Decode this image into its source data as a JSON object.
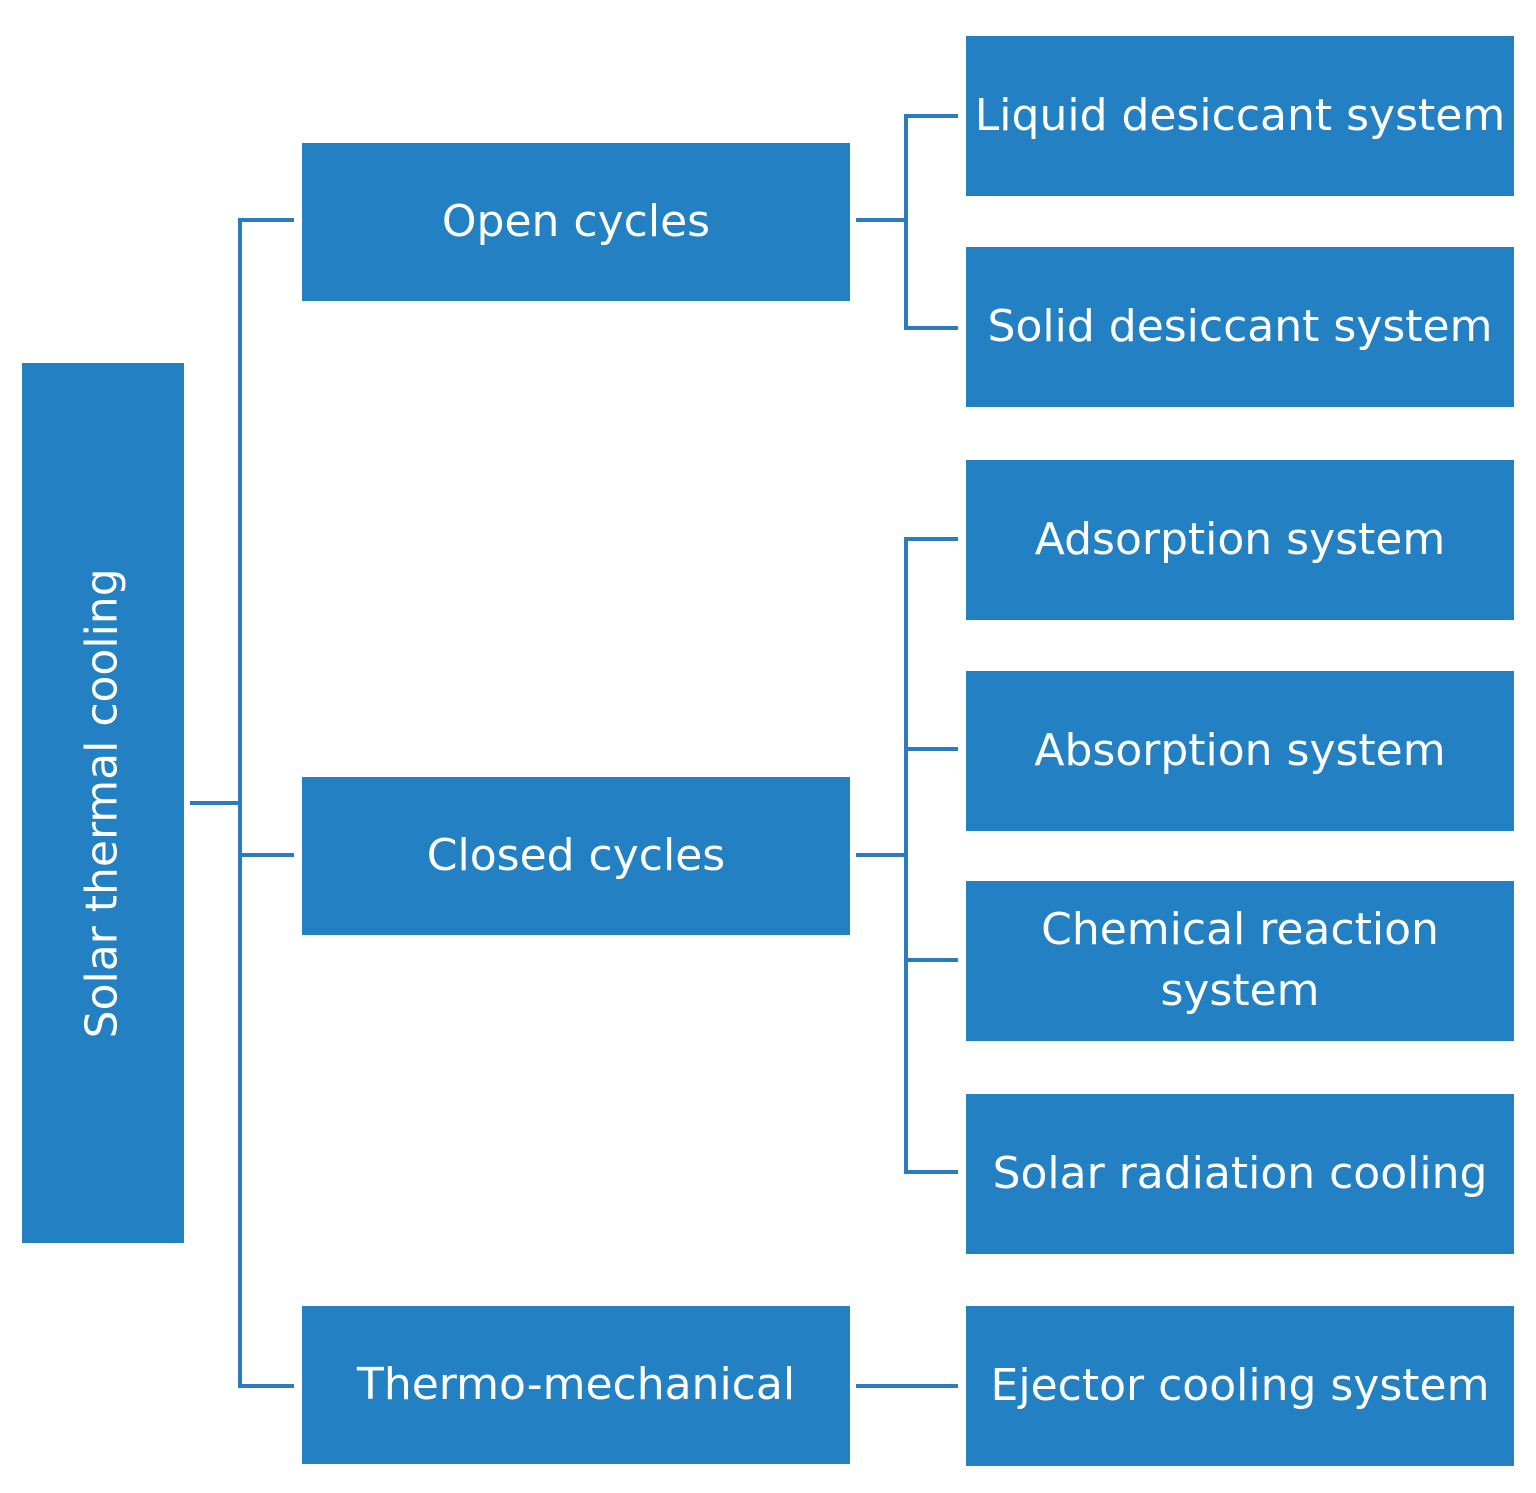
{
  "root": {
    "label": "Solar thermal cooling"
  },
  "categories": [
    {
      "label": "Open cycles",
      "systems": [
        "Liquid desiccant system",
        "Solid desiccant system"
      ]
    },
    {
      "label": "Closed cycles",
      "systems": [
        "Adsorption system",
        "Absorption system",
        "Chemical reaction system",
        "Solar radiation cooling"
      ]
    },
    {
      "label": "Thermo-mechanical",
      "systems": [
        "Ejector cooling system"
      ]
    }
  ],
  "colors": {
    "box_fill": "#2280c3",
    "connector": "#2b7bbf",
    "text": "#ffffff"
  }
}
